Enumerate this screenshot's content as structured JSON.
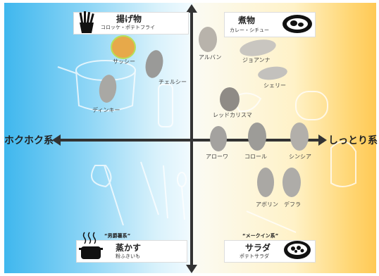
{
  "axes": {
    "left_label": "ホクホク系",
    "right_label": "しっとり系"
  },
  "categories": {
    "top_left": {
      "title": "揚げ物",
      "subtitle": "コロッケ・ポテトフライ",
      "icon": "french-fries-icon"
    },
    "top_right": {
      "title": "煮物",
      "subtitle": "カレー・シチュー",
      "icon": "stew-bowl-icon"
    },
    "bottom_left": {
      "group": "“男爵薯系”",
      "title": "蒸かす",
      "subtitle": "粉ふきいも",
      "icon": "steaming-pot-icon"
    },
    "bottom_right": {
      "group": "“メークイン系”",
      "title": "サラダ",
      "subtitle": "ポテトサラダ",
      "icon": "salad-plate-icon"
    }
  },
  "potatoes": [
    {
      "name": "サッシー",
      "color": "#e7a94a"
    },
    {
      "name": "チェルシー",
      "color": "#9a9a98"
    },
    {
      "name": "ディンキー",
      "color": "#a9a8a4"
    },
    {
      "name": "アルバン",
      "color": "#b8b3ab"
    },
    {
      "name": "ジョアンナ",
      "color": "#c9c6c0"
    },
    {
      "name": "シェリー",
      "color": "#c3c1bd"
    },
    {
      "name": "レッドカリスマ",
      "color": "#8f8b86"
    },
    {
      "name": "アローワ",
      "color": "#a4a29f"
    },
    {
      "name": "コロール",
      "color": "#9d9c98"
    },
    {
      "name": "シンシア",
      "color": "#b2afaa"
    },
    {
      "name": "アボリン",
      "color": "#aaa8a4"
    },
    {
      "name": "デフラ",
      "color": "#aeaca8"
    }
  ]
}
